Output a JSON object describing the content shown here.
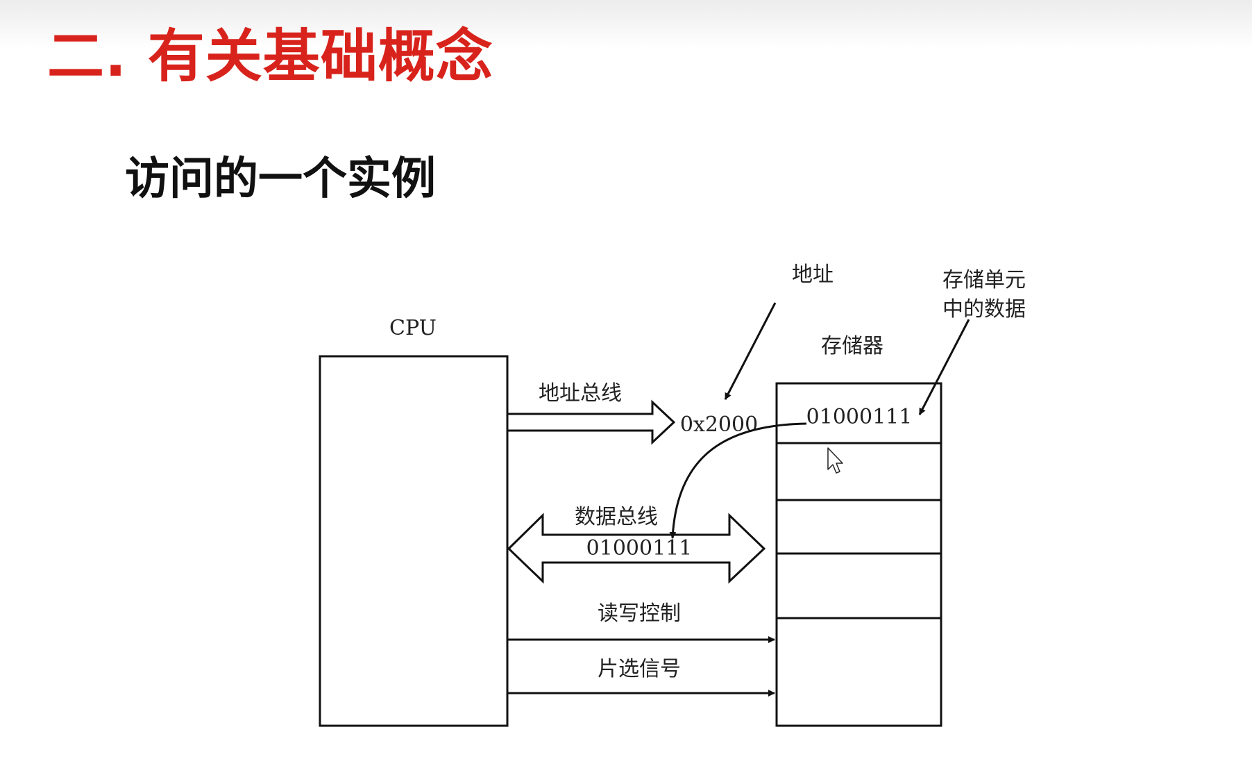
{
  "slide": {
    "title": "二. 有关基础概念",
    "subtitle": "访问的一个实例"
  },
  "diagram": {
    "cpu_label": "CPU",
    "memory_label": "存储器",
    "address_label": "地址",
    "cell_data_label_line1": "存储单元",
    "cell_data_label_line2": "中的数据",
    "address_bus_label": "地址总线",
    "address_value": "0x2000",
    "cell_value": "01000111",
    "data_bus_label": "数据总线",
    "data_bus_value": "01000111",
    "rw_control_label": "读写控制",
    "chip_select_label": "片选信号"
  }
}
